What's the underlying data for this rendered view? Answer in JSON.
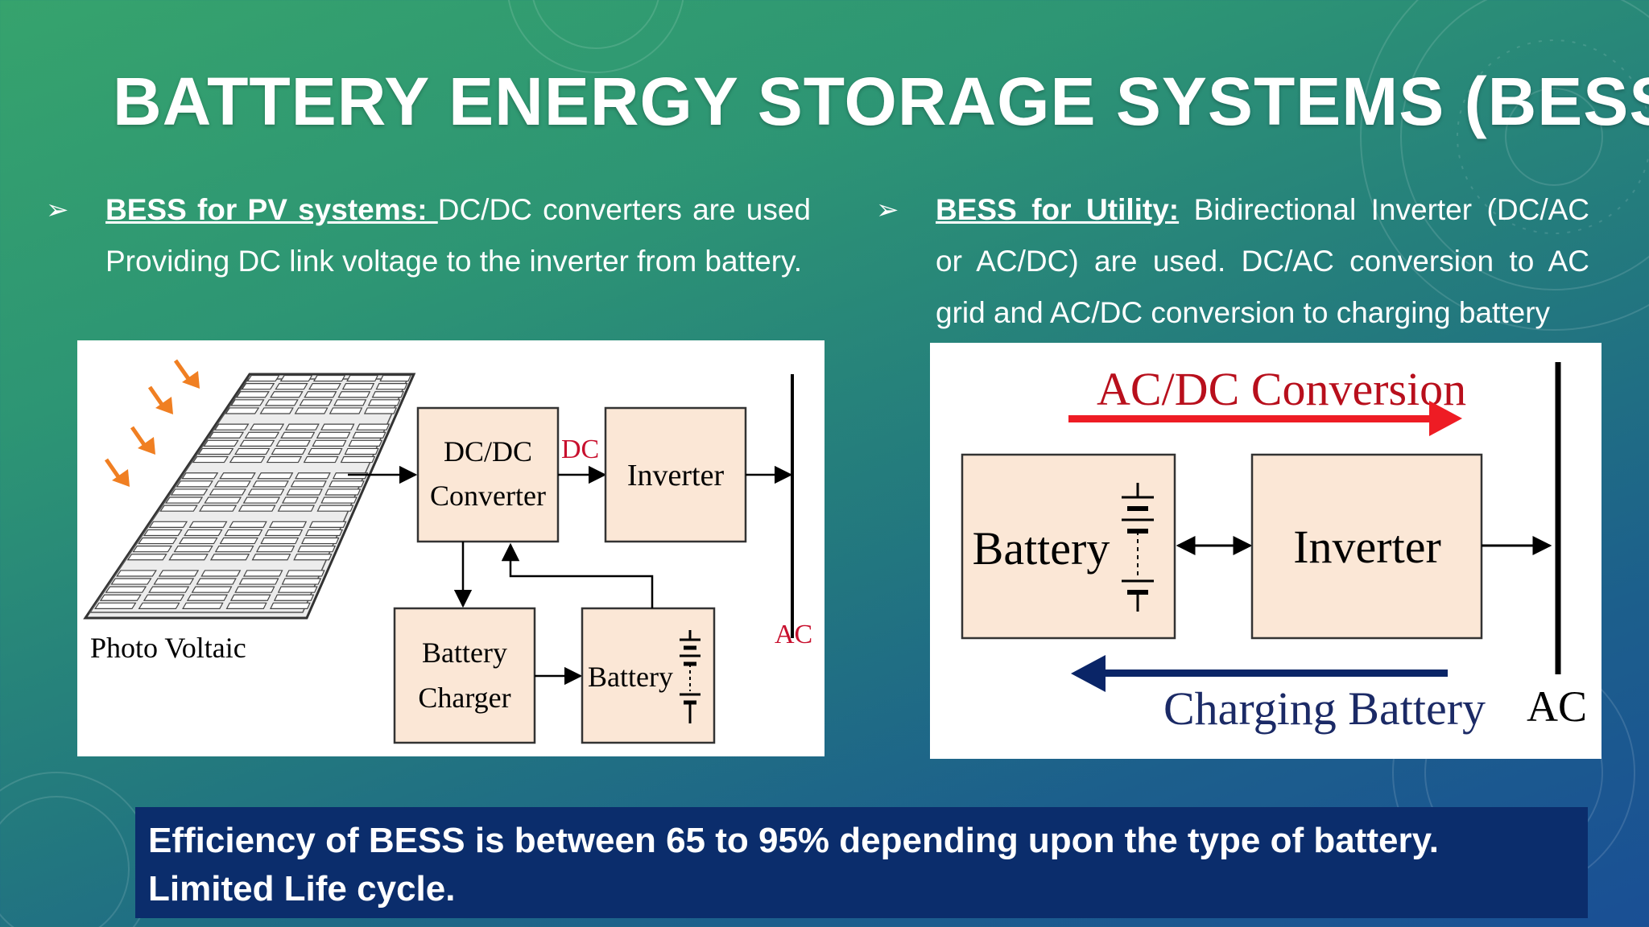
{
  "title": "BATTERY ENERGY STORAGE SYSTEMS (BESS)",
  "bullets": [
    {
      "glyph": "➢",
      "heading": "BESS for PV systems: ",
      "text": "DC/DC converters are used Providing DC link voltage to the inverter from battery."
    },
    {
      "glyph": "➢",
      "heading": "BESS for Utility:",
      "text": " Bidirectional Inverter (DC/AC or AC/DC) are used. DC/AC conversion to AC grid and AC/DC conversion to charging battery"
    }
  ],
  "pv_diagram": {
    "pv_label": "Photo Voltaic",
    "dcdc_line1": "DC/DC",
    "dcdc_line2": "Converter",
    "dc_label": "DC",
    "inverter": "Inverter",
    "ac_label": "AC",
    "charger_line1": "Battery",
    "charger_line2": "Charger",
    "battery": "Battery",
    "colors": {
      "box_fill": "#fbe7d6",
      "arrow_sun": "#f07f22",
      "dc_label": "#c8102e"
    }
  },
  "utility_diagram": {
    "conversion_label": "AC/DC Conversion",
    "battery": "Battery",
    "inverter": "Inverter",
    "charging_label": "Charging Battery",
    "ac_label": "AC",
    "colors": {
      "red_arrow": "#ee1c24",
      "blue_arrow": "#0a2567",
      "label_red": "#b80f1c",
      "label_blue": "#1b2a66"
    }
  },
  "footer": {
    "line1": "Efficiency of BESS is between 65 to 95% depending upon the type of battery.",
    "line2": "Limited Life cycle."
  }
}
